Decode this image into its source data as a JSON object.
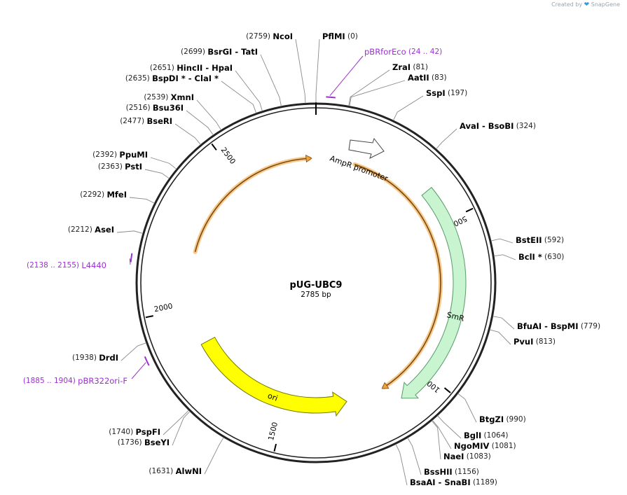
{
  "credit": {
    "prefix": "Created by",
    "brand": "SnapGene"
  },
  "plasmid": {
    "name": "pUG-UBC9",
    "size_label": "2785 bp",
    "length": 2785
  },
  "colors": {
    "backbone": "#222222",
    "primer": "#9b30d0",
    "arrow_orange": "#f2a33a",
    "smr_fill": "#c8f5cf",
    "smr_stroke": "#5a9a6a",
    "ori_fill": "#ffff00",
    "ori_stroke": "#777700",
    "promoter_fill": "#ffffff"
  },
  "ticks": [
    {
      "pos": 500,
      "label": "500"
    },
    {
      "pos": 1000,
      "label": "1000"
    },
    {
      "pos": 1500,
      "label": "1500"
    },
    {
      "pos": 2000,
      "label": "2000"
    },
    {
      "pos": 2500,
      "label": "2500"
    }
  ],
  "features": [
    {
      "name": "AmpR promoter",
      "type": "promoter",
      "start": 60,
      "end": 160,
      "direction": "cw"
    },
    {
      "name": "SmR",
      "type": "cds",
      "start": 390,
      "end": 1110,
      "direction": "cw"
    },
    {
      "name": "ori",
      "type": "ori",
      "start": 1280,
      "end": 1870,
      "direction": "ccw"
    }
  ],
  "orange_arrows": [
    {
      "start": 2200,
      "end": 2770,
      "direction": "cw"
    },
    {
      "start": 140,
      "end": 1145,
      "direction": "cw"
    }
  ],
  "primers": [
    {
      "name": "pBRforEco",
      "range": "(24 .. 42)",
      "start": 24,
      "end": 42
    },
    {
      "name": "L4440",
      "range": "(2138 .. 2155)",
      "start": 2138,
      "end": 2155
    },
    {
      "name": "pBR322ori-F",
      "range": "(1885 .. 1904)",
      "start": 1885,
      "end": 1904
    }
  ],
  "sites_right": [
    {
      "enzyme": "PflMI",
      "pos_label": "(0)",
      "pos": 0
    },
    {
      "enzyme": "ZraI",
      "pos_label": "(81)",
      "pos": 81
    },
    {
      "enzyme": "AatII",
      "pos_label": "(83)",
      "pos": 83
    },
    {
      "enzyme": "SspI",
      "pos_label": "(197)",
      "pos": 197
    },
    {
      "enzyme": "AvaI  -  BsoBI",
      "pos_label": "(324)",
      "pos": 324
    },
    {
      "enzyme": "BstEII",
      "pos_label": "(592)",
      "pos": 592
    },
    {
      "enzyme": "BclI *",
      "pos_label": "(630)",
      "pos": 630
    },
    {
      "enzyme": "BfuAI  -  BspMI",
      "pos_label": "(779)",
      "pos": 779
    },
    {
      "enzyme": "PvuI",
      "pos_label": "(813)",
      "pos": 813
    },
    {
      "enzyme": "BtgZI",
      "pos_label": "(990)",
      "pos": 990
    },
    {
      "enzyme": "BglI",
      "pos_label": "(1064)",
      "pos": 1064
    },
    {
      "enzyme": "NgoMIV",
      "pos_label": "(1081)",
      "pos": 1081
    },
    {
      "enzyme": "NaeI",
      "pos_label": "(1083)",
      "pos": 1083
    },
    {
      "enzyme": "BssHII",
      "pos_label": "(1156)",
      "pos": 1156
    },
    {
      "enzyme": "BsaAI  -  SnaBI",
      "pos_label": "(1189)",
      "pos": 1189
    }
  ],
  "sites_left": [
    {
      "enzyme": "NcoI",
      "pos_label": "(2759)",
      "pos": 2759
    },
    {
      "enzyme": "BsrGI  -  TatI",
      "pos_label": "(2699)",
      "pos": 2699
    },
    {
      "enzyme": "HincII  -  HpaI",
      "pos_label": "(2651)",
      "pos": 2651
    },
    {
      "enzyme": "BspDI *  -  ClaI *",
      "pos_label": "(2635)",
      "pos": 2635
    },
    {
      "enzyme": "XmnI",
      "pos_label": "(2539)",
      "pos": 2539
    },
    {
      "enzyme": "Bsu36I",
      "pos_label": "(2516)",
      "pos": 2516
    },
    {
      "enzyme": "BseRI",
      "pos_label": "(2477)",
      "pos": 2477
    },
    {
      "enzyme": "PpuMI",
      "pos_label": "(2392)",
      "pos": 2392
    },
    {
      "enzyme": "PstI",
      "pos_label": "(2363)",
      "pos": 2363
    },
    {
      "enzyme": "MfeI",
      "pos_label": "(2292)",
      "pos": 2292
    },
    {
      "enzyme": "AseI",
      "pos_label": "(2212)",
      "pos": 2212
    },
    {
      "enzyme": "DrdI",
      "pos_label": "(1938)",
      "pos": 1938
    },
    {
      "enzyme": "PspFI",
      "pos_label": "(1740)",
      "pos": 1740
    },
    {
      "enzyme": "BseYI",
      "pos_label": "(1736)",
      "pos": 1736
    },
    {
      "enzyme": "AlwNI",
      "pos_label": "(1631)",
      "pos": 1631
    }
  ]
}
